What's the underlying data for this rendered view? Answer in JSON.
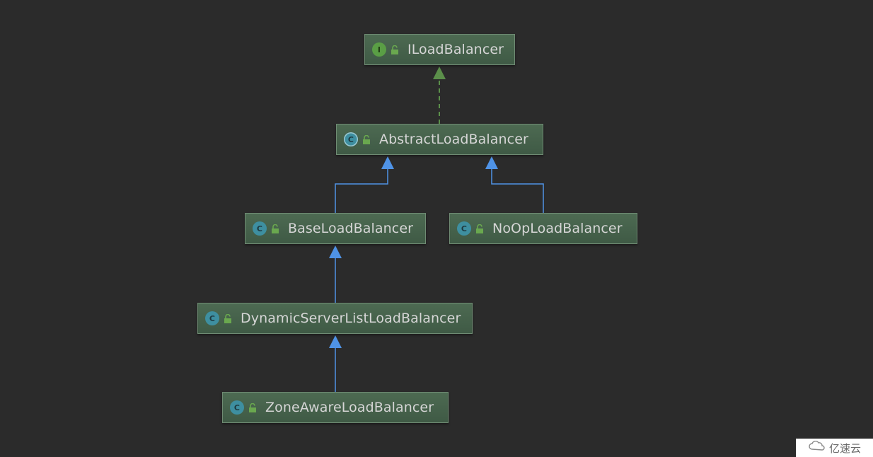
{
  "diagram": {
    "nodes": {
      "iloadbalancer": {
        "label": "ILoadBalancer",
        "kind": "interface",
        "badge": "I"
      },
      "abstractloadbalancer": {
        "label": "AbstractLoadBalancer",
        "kind": "abstract-class",
        "badge": "C"
      },
      "baseloadbalancer": {
        "label": "BaseLoadBalancer",
        "kind": "class",
        "badge": "C"
      },
      "noploadbalancer": {
        "label": "NoOpLoadBalancer",
        "kind": "class",
        "badge": "C"
      },
      "dynamicserverlistloadbalancer": {
        "label": "DynamicServerListLoadBalancer",
        "kind": "class",
        "badge": "C"
      },
      "zoneawareloadbalancer": {
        "label": "ZoneAwareLoadBalancer",
        "kind": "class",
        "badge": "C"
      }
    },
    "edges": [
      {
        "from": "abstractloadbalancer",
        "to": "iloadbalancer",
        "type": "implements"
      },
      {
        "from": "baseloadbalancer",
        "to": "abstractloadbalancer",
        "type": "extends"
      },
      {
        "from": "noploadbalancer",
        "to": "abstractloadbalancer",
        "type": "extends"
      },
      {
        "from": "dynamicserverlistloadbalancer",
        "to": "baseloadbalancer",
        "type": "extends"
      },
      {
        "from": "zoneawareloadbalancer",
        "to": "dynamicserverlistloadbalancer",
        "type": "extends"
      }
    ],
    "colors": {
      "background": "#2b2b2b",
      "node_fill": "#4a6650",
      "implements_edge": "#5b8f4a",
      "extends_edge": "#4f93e6"
    }
  },
  "watermark": {
    "text": "亿速云",
    "icon": "cloud-logo-icon"
  }
}
